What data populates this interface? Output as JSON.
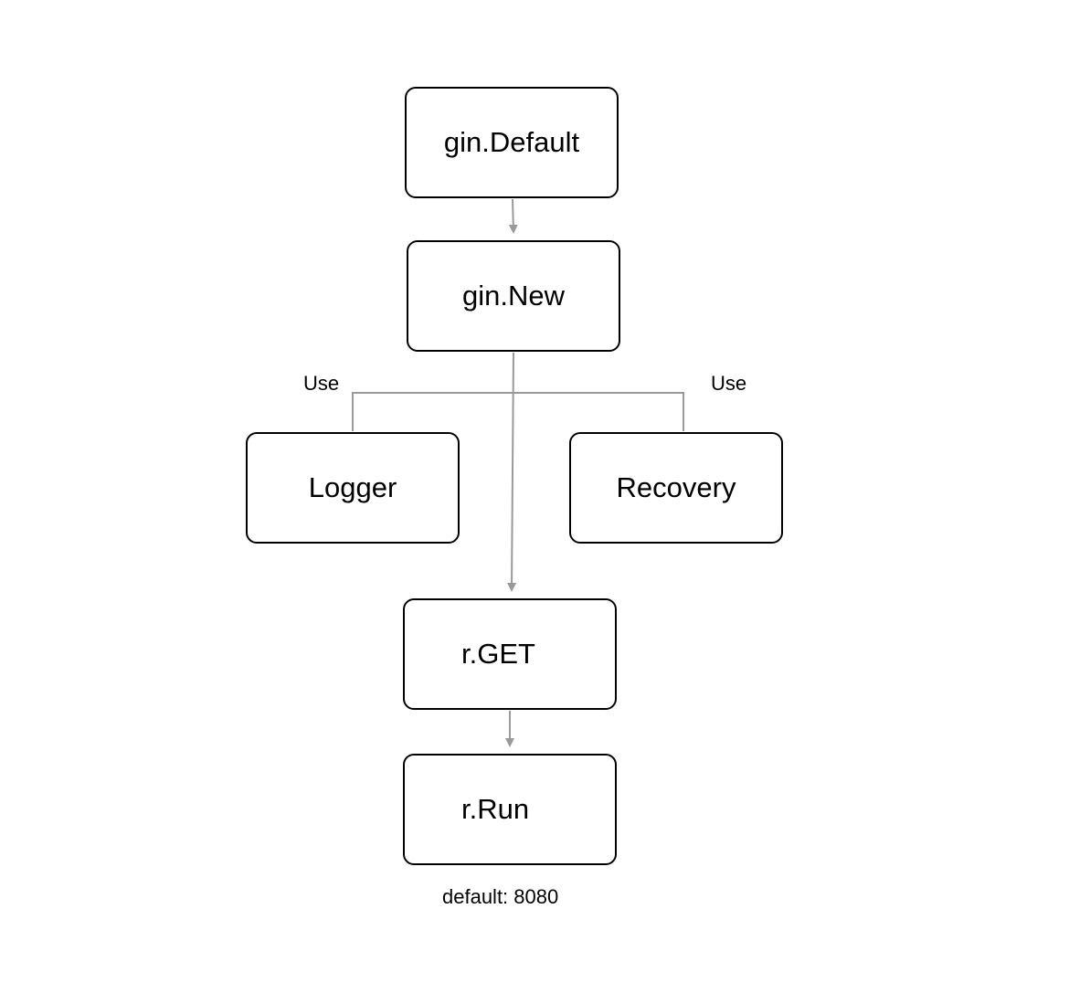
{
  "nodes": {
    "gin_default": "gin.Default",
    "gin_new": "gin.New",
    "logger": "Logger",
    "recovery": "Recovery",
    "r_get": "r.GET",
    "r_run": "r.Run"
  },
  "edge_labels": {
    "use_logger": "Use",
    "use_recovery": "Use"
  },
  "footnote": "default: 8080",
  "colors": {
    "box_border": "#000000",
    "connector": "#9a9a9a"
  }
}
